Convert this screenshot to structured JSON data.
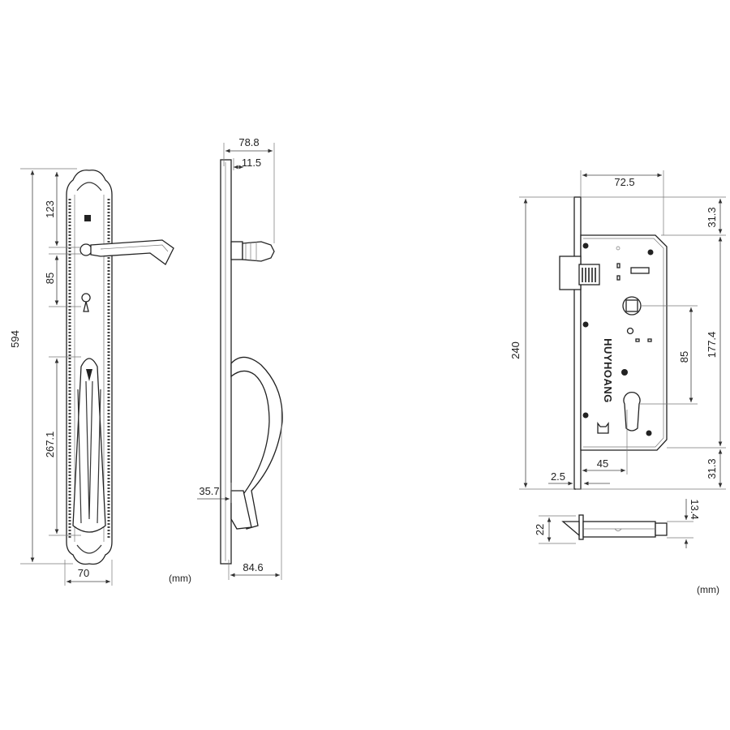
{
  "title": "Door handle and mortise lock dimension drawing",
  "units_label": "(mm)",
  "handle_front": {
    "overall_height": "594",
    "top_to_lever": "123",
    "lever_to_cylinder": "85",
    "pull_length": "267.1",
    "plate_width": "70"
  },
  "handle_side": {
    "lever_projection": "78.8",
    "plate_thickness": "11.5",
    "pull_offset": "35.7",
    "pull_projection": "84.6"
  },
  "lock_body": {
    "brand": "HUYHOANG",
    "case_depth": "72.5",
    "faceplate_height": "240",
    "case_height": "177.4",
    "spindle_to_cylinder": "85",
    "top_margin": "31.3",
    "bottom_margin": "31.3",
    "backset": "45",
    "faceplate_thickness": "2.5",
    "bolt_height": "22",
    "bolt_offset": "13.4"
  },
  "units_label_right": "(mm)"
}
